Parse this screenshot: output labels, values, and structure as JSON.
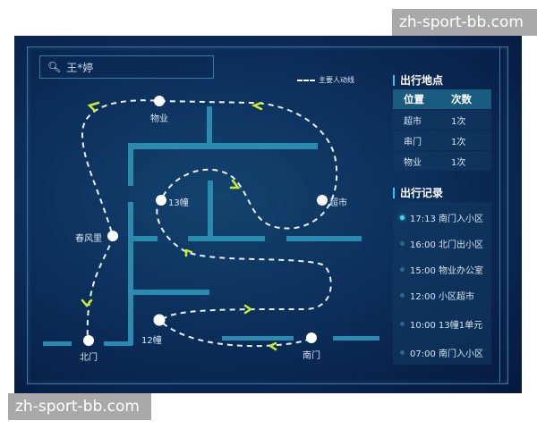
{
  "watermarks": {
    "top": "zh-sport-bb.com",
    "bottom": "zh-sport-bb.com"
  },
  "search": {
    "icon": "search-icon",
    "value": "王*婷"
  },
  "legend": {
    "label": "主要人动线",
    "line_color": "#ffffff",
    "arrow_color": "#c8f02a"
  },
  "map": {
    "places": [
      {
        "id": "wuye",
        "label": "物业"
      },
      {
        "id": "13",
        "label": "13幢"
      },
      {
        "id": "chaoshi",
        "label": "超市"
      },
      {
        "id": "chunfengli",
        "label": "春风里"
      },
      {
        "id": "12",
        "label": "12幢"
      },
      {
        "id": "beimen",
        "label": "北门"
      },
      {
        "id": "nanmen",
        "label": "南门"
      }
    ],
    "wall_color": "#2a8bb0"
  },
  "locations": {
    "title": "出行地点",
    "headers": [
      "位置",
      "次数"
    ],
    "rows": [
      {
        "place": "超市",
        "count": "1次"
      },
      {
        "place": "串门",
        "count": "1次"
      },
      {
        "place": "物业",
        "count": "1次"
      }
    ]
  },
  "records": {
    "title": "出行记录",
    "items": [
      {
        "text": "17:13  南门入小区",
        "active": true
      },
      {
        "text": "16:00 北门出小区",
        "active": false
      },
      {
        "text": "15:00 物业办公室",
        "active": false
      },
      {
        "text": "12:00 小区超市",
        "active": false
      },
      {
        "text": "10:00 13幢1单元",
        "active": false
      },
      {
        "text": "07:00 南门入小区",
        "active": false
      }
    ]
  },
  "colors": {
    "accent": "#38c6e8",
    "background": "#0c2d5a",
    "frame": "#3f77a3"
  }
}
